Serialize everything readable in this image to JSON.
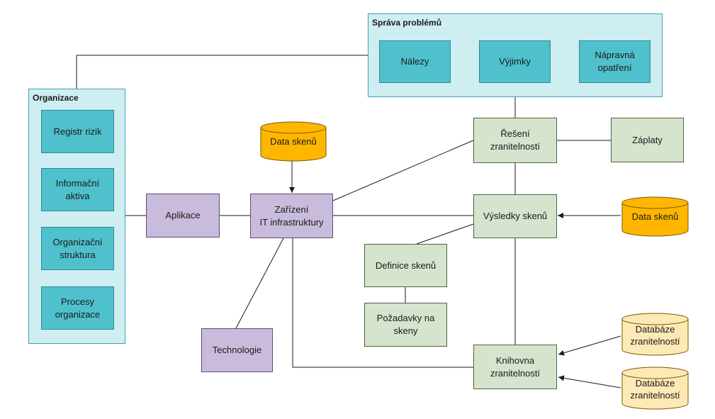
{
  "groups": {
    "sprava": {
      "title": "Správa problémů"
    },
    "organizace": {
      "title": "Organizace"
    }
  },
  "boxes": {
    "nalezy": "Nálezy",
    "vyjimky": "Výjimky",
    "napravna": "Nápravná\nopatření",
    "registr": "Registr rizik",
    "informacni": "Informační\naktiva",
    "organizacni": "Organizační\nstruktura",
    "procesy": "Procesy\norganizace",
    "aplikace": "Aplikace",
    "zarizeni": "Zařízení\nIT infrastruktury",
    "technologie": "Technologie",
    "reseni": "Řešení\nzranitelností",
    "zaplaty": "Záplaty",
    "vysledky": "Výsledky skenů",
    "definice": "Definice skenů",
    "pozadavky": "Požadavky na\nskeny",
    "knihovna": "Knihovna\nzranitelností"
  },
  "cylinders": {
    "data_skenu_top": "Data skenů",
    "data_skenu_right": "Data skenů",
    "databaze_1": "Databáze\nzranitelností",
    "databaze_2": "Databáze\nzranitelností"
  },
  "colors": {
    "group_fill": "#cfeef2",
    "teal": "#4fc1cc",
    "purple": "#c9bbdb",
    "green": "#d6e3cd",
    "orange": "#ffb600",
    "cream": "#fde9b5",
    "line": "#1a1a1a"
  }
}
